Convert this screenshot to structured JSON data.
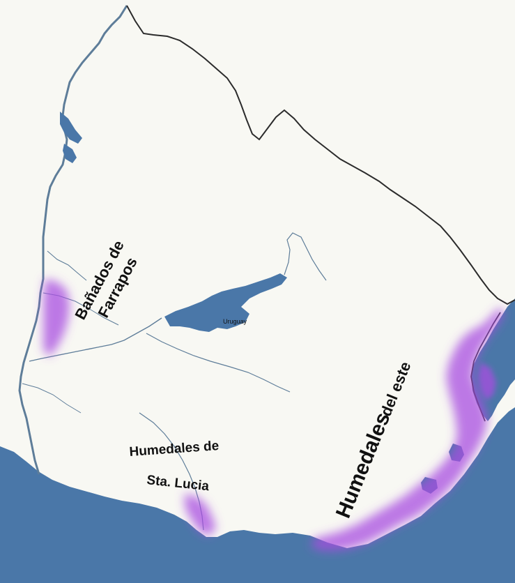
{
  "map": {
    "country_label": "Uruguay",
    "labels": {
      "farrapos_line1": "Bañados de",
      "farrapos_line2": "Farrapos",
      "santa_lucia_line1": "Humedales de",
      "santa_lucia_line2": "Sta. Lucia",
      "este_line1": "Humedales",
      "este_line2": "del este"
    },
    "colors": {
      "land": "#f8f8f3",
      "water": "#4a77a8",
      "river": "#5e7d99",
      "border": "#2b2b2b",
      "wetland": "#a84de0"
    }
  }
}
